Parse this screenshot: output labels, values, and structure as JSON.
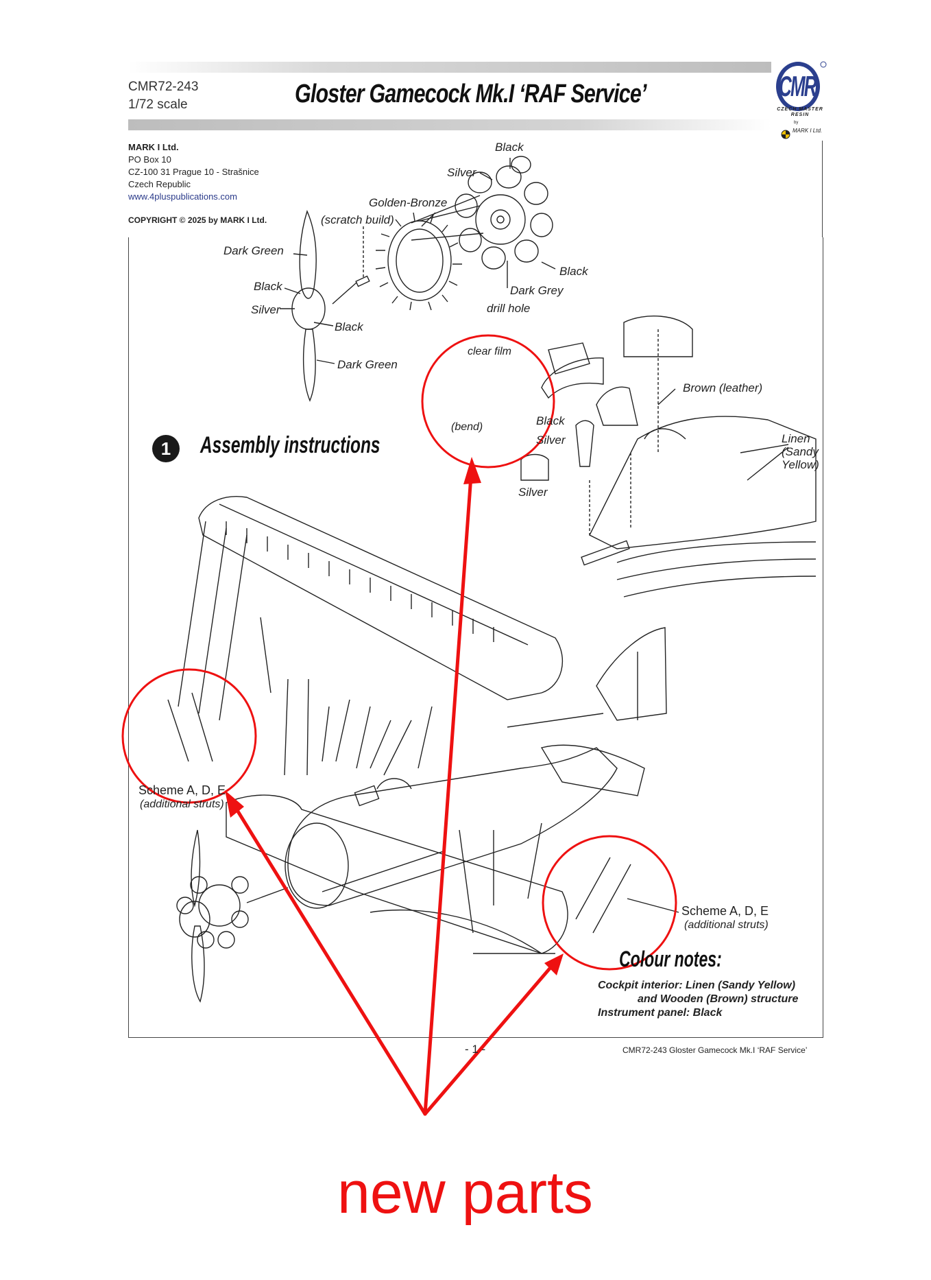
{
  "header": {
    "code": "CMR72-243",
    "scale": "1/72 scale",
    "title": "Gloster Gamecock Mk.I ‘RAF Service’",
    "logo_text": "CMR",
    "logo_sub": "CZECH MASTER RESIN",
    "logo_by": "by",
    "logo_mark": "MARK I Ltd."
  },
  "publisher": {
    "name": "MARK I Ltd.",
    "address1": "PO Box 10",
    "address2": "CZ-100 31 Prague 10 - Strašnice",
    "country": "Czech Republic",
    "url": "www.4pluspublications.com",
    "copyright": "COPYRIGHT © 2025 by MARK I Ltd."
  },
  "engine_labels": {
    "black_top": "Black",
    "silver_top": "Silver",
    "golden_bronze": "Golden-Bronze",
    "scratch_build": "(scratch build)",
    "black_right": "Black",
    "dark_grey": "Dark Grey",
    "drill_hole": "drill hole"
  },
  "propeller_labels": {
    "dark_green_top": "Dark Green",
    "black_upper": "Black",
    "silver": "Silver",
    "black_lower": "Black",
    "dark_green_bottom": "Dark Green"
  },
  "cockpit_labels": {
    "clear_film": "clear film",
    "bend": "(bend)",
    "black": "Black",
    "silver_1": "Silver",
    "silver_2": "Silver",
    "brown_leather": "Brown (leather)",
    "linen_1": "Linen",
    "linen_2": "(Sandy",
    "linen_3": "Yellow)"
  },
  "step": {
    "number": "1",
    "title": "Assembly instructions"
  },
  "schemes": {
    "left_title": "Scheme A, D, E",
    "left_sub": "(additional struts)",
    "right_title": "Scheme A, D, E",
    "right_sub": "(additional struts)"
  },
  "colour_notes": {
    "title": "Colour notes:",
    "line1": "Cockpit interior: Linen (Sandy Yellow)",
    "line2": "and Wooden (Brown) structure",
    "line3": "Instrument panel: Black"
  },
  "footer": {
    "page": "- 1 -",
    "right": "CMR72-243 Gloster Gamecock Mk.I ‘RAF Service’"
  },
  "annotation": {
    "text": "new parts",
    "color": "#ee1111"
  },
  "colors": {
    "logo_blue": "#2b3f8e",
    "annotation_red": "#ee1111"
  }
}
